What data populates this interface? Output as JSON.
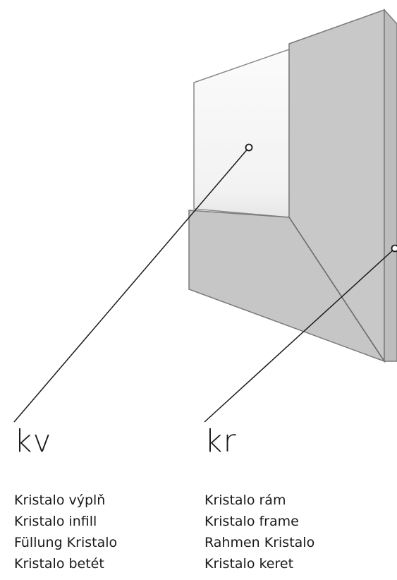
{
  "labels": {
    "left": {
      "code": "kv",
      "names": [
        "Kristalo výplň",
        "Kristalo infill",
        "Füllung Kristalo",
        "Kristalo betét"
      ]
    },
    "right": {
      "code": "kr",
      "names": [
        "Kristalo rám",
        "Kristalo frame",
        "Rahmen Kristalo",
        "Kristalo keret"
      ]
    }
  },
  "colors": {
    "frame": "#c8c8c8",
    "infill": "#f7f7f7",
    "edge": "#7a7a7a",
    "leader": "#1a1a1a"
  }
}
